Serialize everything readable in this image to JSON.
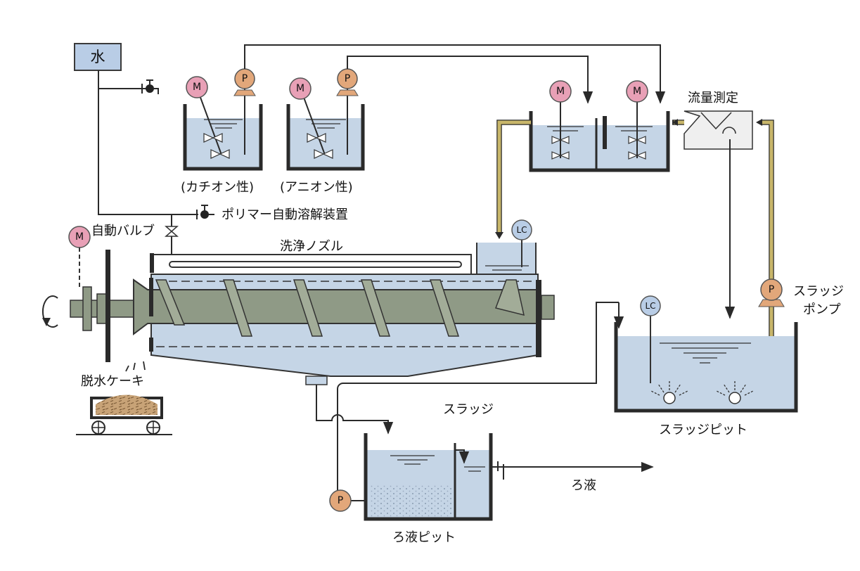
{
  "labels": {
    "water": "水",
    "cationic": "(カチオン性)",
    "anionic": "(アニオン性)",
    "polymer_dissolver": "ポリマー自動溶解装置",
    "auto_valve": "自動バルブ",
    "wash_nozzle": "洗浄ノズル",
    "flow_measure": "流量測定",
    "dewatered_cake": "脱水ケーキ",
    "sludge": "スラッジ",
    "sludge_pit": "スラッジピット",
    "sludge_pump_line1": "スラッジ",
    "sludge_pump_line2": "ポンプ",
    "filtrate": "ろ液",
    "filtrate_pit": "ろ液ピット"
  },
  "tags": {
    "motor": "M",
    "pump": "P",
    "level_control": "LC"
  },
  "colors": {
    "water_fill": "#c5d5e6",
    "motor_fill": "#e8a0b6",
    "pump_fill": "#e2a77a",
    "lc_fill": "#b9cde6",
    "screw_fill": "#8f9a86",
    "cake_fill": "#c8a377",
    "line_yellow": "#c8b66a"
  }
}
